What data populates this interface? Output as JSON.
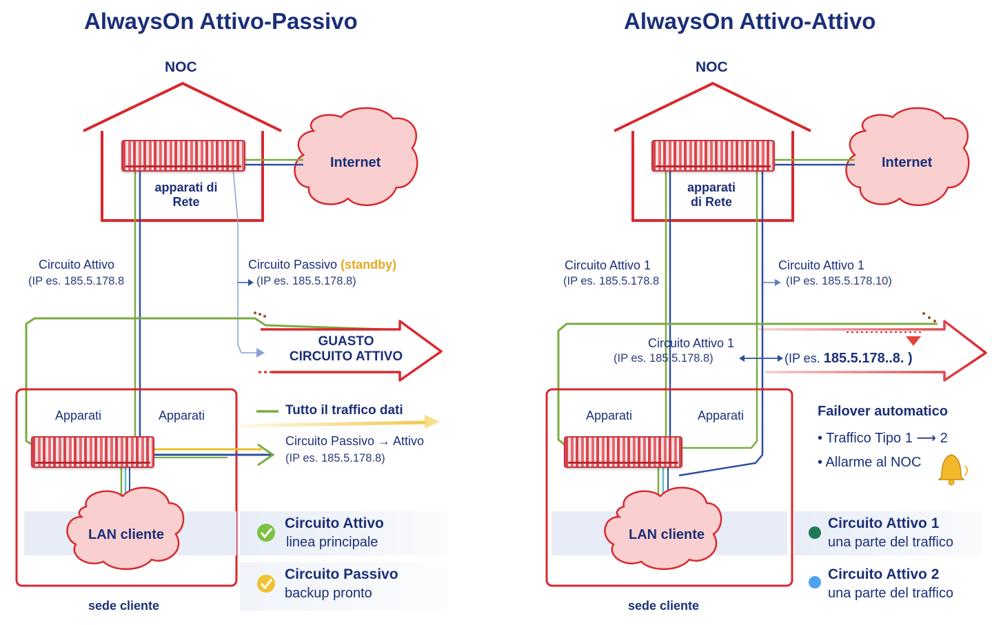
{
  "left": {
    "title": "AlwaysOn Attivo-Passivo",
    "noc": "NOC",
    "internet": "Internet",
    "noc_device_line1": "apparati di",
    "noc_device_line2": "Rete",
    "circuit_active_label": "Circuito Attivo",
    "circuit_active_ip": "(IP es. 185.5.178.8",
    "circuit_passive_label": "Circuito Passivo",
    "circuit_passive_state": "(standby)",
    "circuit_passive_ip": "(IP es. 185.5.178.8)",
    "failure_line1": "GUASTO",
    "failure_line2": "CIRCUITO ATTIVO",
    "traffic_label": "Tutto il traffico dati",
    "switch_label": "Circuito Passivo → Attivo",
    "switch_ip": "(IP es. 185.5.178.8)",
    "apparati_1": "Apparati",
    "apparati_2": "Apparati",
    "lan": "LAN cliente",
    "site": "sede cliente",
    "legend": [
      {
        "title": "Circuito Attivo",
        "subtitle": "linea principale",
        "icon": "check-green-icon",
        "color": "#7dc142"
      },
      {
        "title": "Circuito Passivo",
        "subtitle": "backup pronto",
        "icon": "check-yellow-icon",
        "color": "#f0c233"
      }
    ]
  },
  "right": {
    "title": "AlwaysOn Attivo-Attivo",
    "noc": "NOC",
    "internet": "Internet",
    "noc_device_line1": "apparati",
    "noc_device_line2": "di Rete",
    "circuit1_label": "Circuito Attivo 1",
    "circuit1_ip": "(IP es. 185.5.178.8",
    "circuit2_label": "Circuito Attivo 1",
    "circuit2_ip": "(IP es. 185.5.178.10)",
    "mid_label": "Circuito Attivo 1",
    "mid_ip": "(IP es. 185.5.178.8)",
    "mid_ip2_prefix": "(IP es.",
    "mid_ip2_value": "185.5.178..8. )",
    "apparati_1": "Apparati",
    "apparati_2": "Apparati",
    "lan": "LAN cliente",
    "site": "sede cliente",
    "failover_title": "Failover automatico",
    "failover_items": [
      "Traffico Tipo 1 ⟶ 2",
      "Allarme al NOC"
    ],
    "legend": [
      {
        "title": "Circuito Attivo 1",
        "subtitle": "una parte del traffico",
        "icon": "dot-green-icon",
        "color": "#1f7a5a"
      },
      {
        "title": "Circuito Attivo 2",
        "subtitle": "una parte del traffico",
        "icon": "dot-blue-icon",
        "color": "#4ea3ef"
      }
    ]
  },
  "colors": {
    "navy": "#1b2f78",
    "red": "#d8282e",
    "green": "#7aab3e",
    "blue": "#2a4fa0",
    "yellow": "#f0c233",
    "cloud": "#f9cfcf"
  }
}
